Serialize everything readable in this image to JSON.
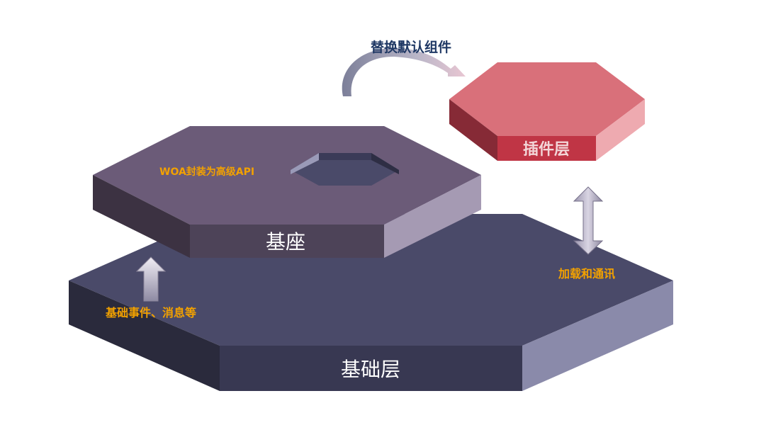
{
  "layers": {
    "base_layer": {
      "label": "基础层"
    },
    "pedestal": {
      "label": "基座",
      "note": "WOA封装为高级API"
    },
    "plugin_layer": {
      "label": "插件层"
    }
  },
  "annotations": {
    "replace_default": "替换默认组件",
    "load_and_communicate": "加载和通讯",
    "base_events": "基础事件、消息等"
  },
  "colors": {
    "base_top": "#4a4a69",
    "base_left": "#2a2a3c",
    "base_front": "#383852",
    "base_right": "#8a8aaa",
    "pedestal_top": "#6b5b78",
    "pedestal_left": "#3c3242",
    "pedestal_front": "#4d4358",
    "pedestal_right": "#a59ab3",
    "plugin_top": "#d9707a",
    "plugin_left": "#862a36",
    "plugin_front": "#c03545",
    "plugin_right": "#eeaab0",
    "accent_text": "#f2a100",
    "title_text": "#1f3864"
  }
}
